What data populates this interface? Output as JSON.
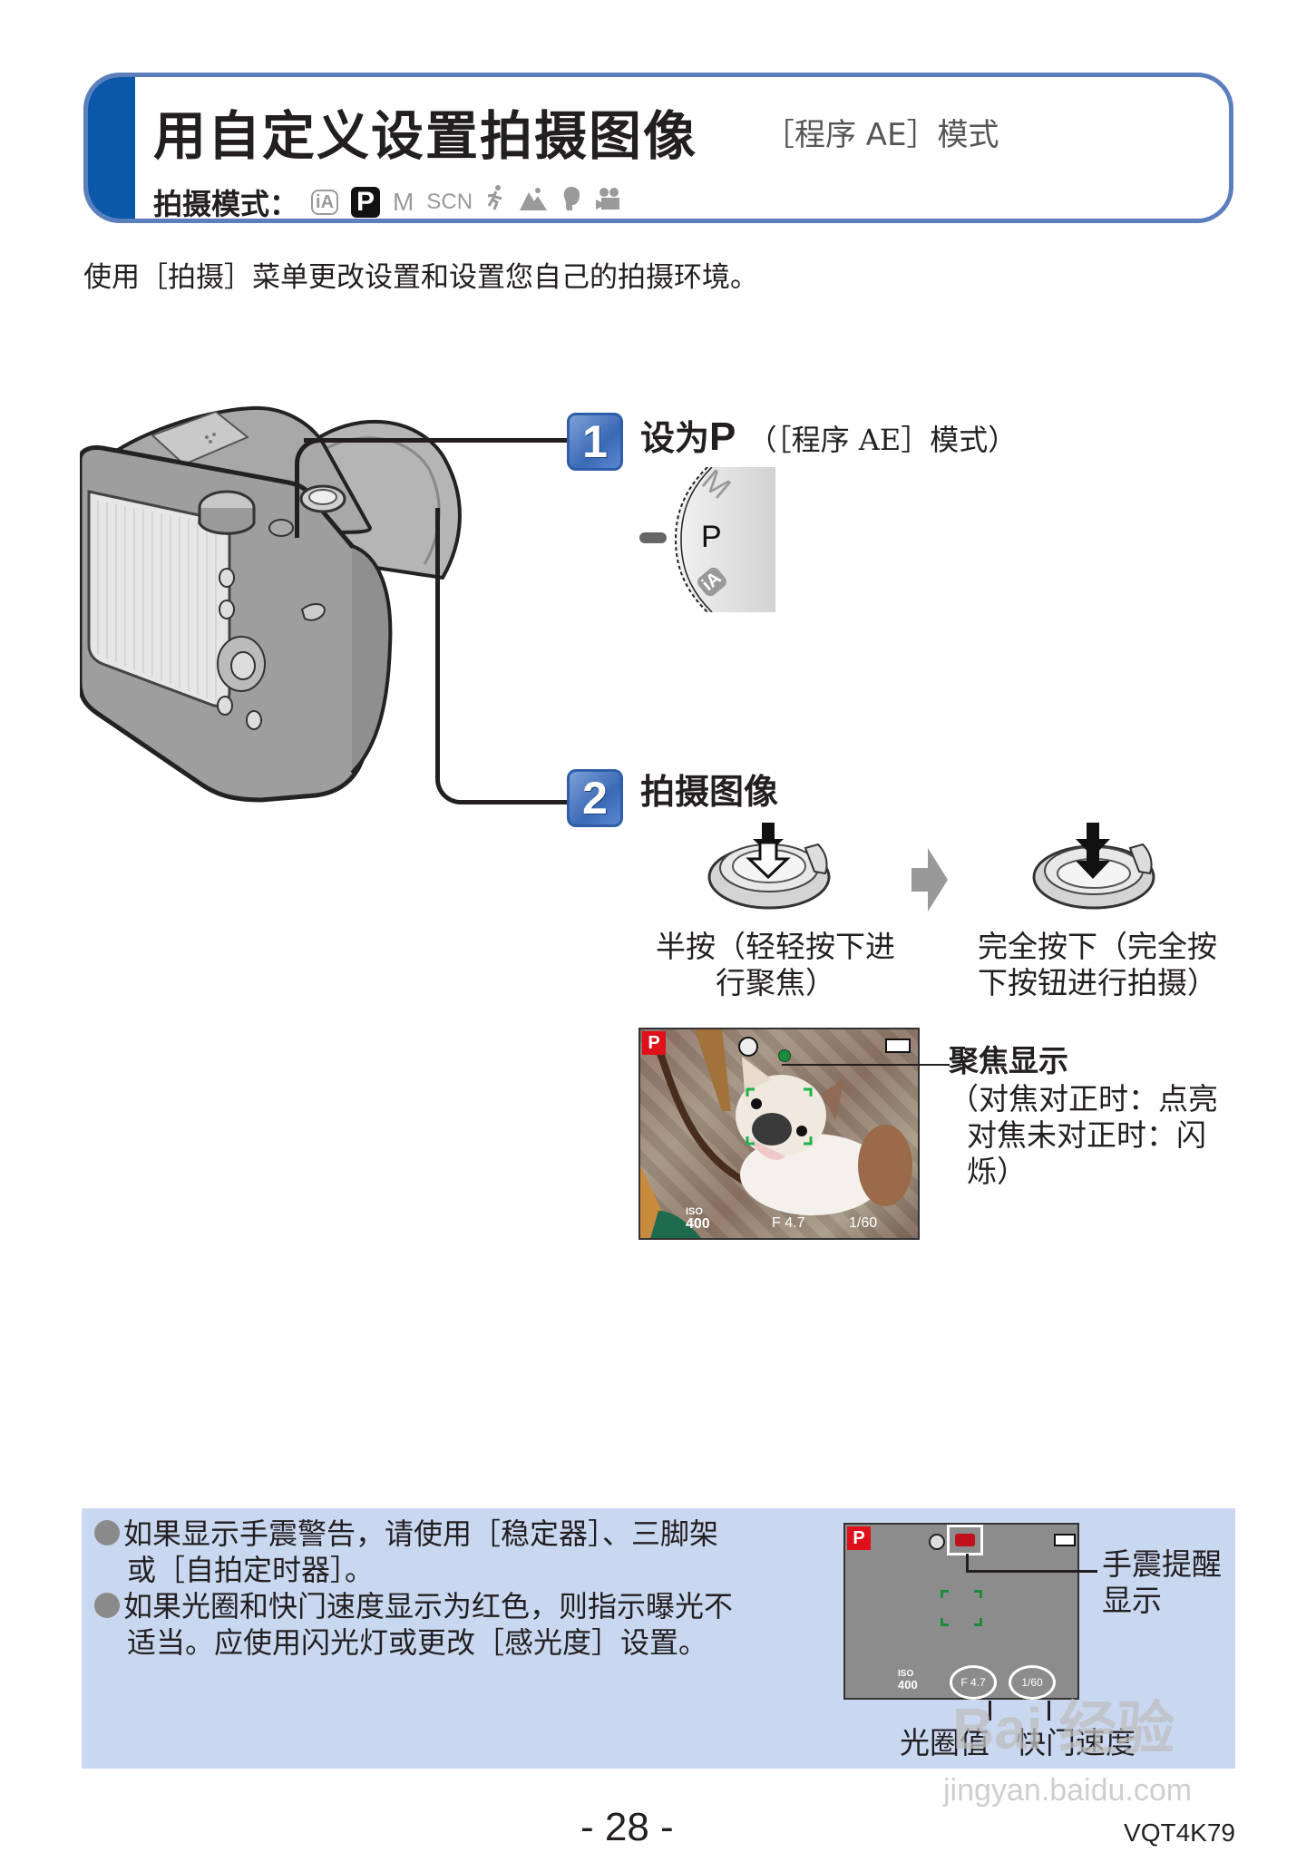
{
  "header": {
    "title": "用自定义设置拍摄图像",
    "subtitle": "［程序 AE］模式",
    "modes_label": "拍摄模式：",
    "modes": [
      {
        "name": "intelligent-auto",
        "label": "iA",
        "active": false
      },
      {
        "name": "program-ae",
        "label": "P",
        "active": true
      },
      {
        "name": "manual",
        "label": "M",
        "active": false
      },
      {
        "name": "scene",
        "label": "SCN",
        "active": false
      },
      {
        "name": "sports",
        "label": "🏃",
        "active": false
      },
      {
        "name": "scenery",
        "label": "▲",
        "active": false
      },
      {
        "name": "portrait",
        "label": "☺",
        "active": false
      },
      {
        "name": "motion-picture",
        "label": "🎥",
        "active": false
      }
    ]
  },
  "intro": "使用［拍摄］菜单更改设置和设置您自己的拍摄环境。",
  "steps": [
    {
      "number": "1",
      "title": "设为",
      "title_p": "P",
      "paren": "（［程序 AE］模式）",
      "dial_labels": {
        "top": "M",
        "center": "P",
        "bottom": "iA"
      }
    },
    {
      "number": "2",
      "title": "拍摄图像",
      "half_press": {
        "line1": "半按（轻轻按下进",
        "line2": "行聚焦）"
      },
      "full_press": {
        "line1": "完全按下（完全按",
        "line2": "下按钮进行拍摄）"
      }
    }
  ],
  "viewfinder": {
    "mode": "P",
    "iso_label": "ISO",
    "iso": "400",
    "aperture": "F 4.7",
    "shutter": "1/60",
    "focus_title": "聚焦显示",
    "focus_lines": [
      "（对焦对正时：点亮",
      "对焦未对正时：闪",
      "烁）"
    ]
  },
  "tips": {
    "items": [
      {
        "line1": "如果显示手震警告，请使用［稳定器］、三脚架",
        "line2": "或［自拍定时器］。"
      },
      {
        "line1": "如果光圈和快门速度显示为红色，则指示曝光不",
        "line2": "适当。应使用闪光灯或更改［感光度］设置。"
      }
    ],
    "screen": {
      "mode": "P",
      "iso_label": "ISO",
      "iso": "400",
      "aperture": "F 4.7",
      "shutter": "1/60"
    },
    "shake_label": [
      "手震提醒",
      "显示"
    ],
    "aperture_label": "光圈值",
    "shutter_label": "快门速度"
  },
  "footer": {
    "page": "- 28 -",
    "code": "VQT4K79"
  },
  "watermark": {
    "brand": "Bai 经验",
    "url": "jingyan.baidu.com"
  },
  "colors": {
    "header_border": "#5b7fbd",
    "header_bar": "#0b57a8",
    "tips_bg": "#c9d8f0",
    "badge": "#3a69b5",
    "mode_red": "#e0101a",
    "focus_green": "#1e8a3c"
  }
}
